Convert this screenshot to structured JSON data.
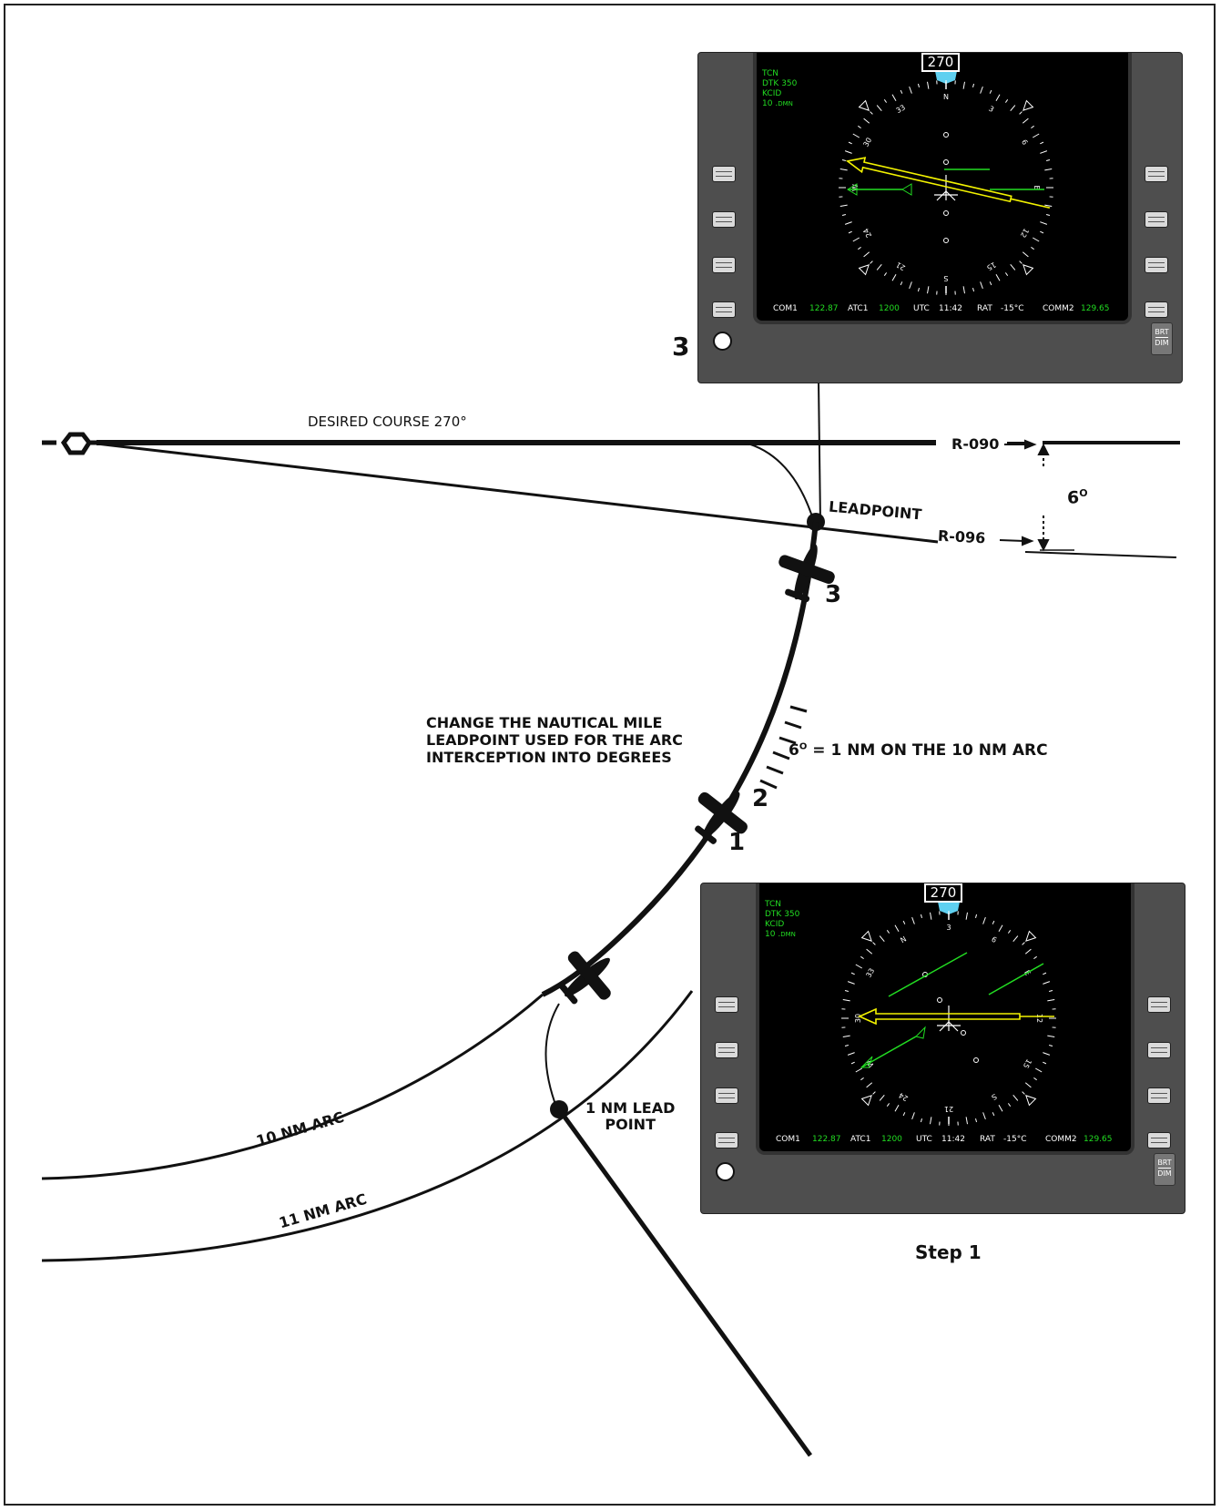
{
  "diagram": {
    "desired_course": "DESIRED COURSE 270°",
    "r090": "R-090",
    "r096": "R-096",
    "six_deg": "6",
    "six_deg_sup": "O",
    "leadpoint": "LEADPOINT",
    "change_text": [
      "CHANGE THE NAUTICAL MILE",
      "LEADPOINT USED FOR THE ARC",
      "INTERCEPTION INTO DEGREES"
    ],
    "six_nm_text": "= 1 NM ON THE 10 NM ARC",
    "one_nm_lead": [
      "1 NM LEAD",
      "POINT"
    ],
    "arc10": "10 NM ARC",
    "arc11": "11 NM ARC",
    "pos1": "1",
    "pos2": "2",
    "pos3": "3",
    "step3_label": "3",
    "step1_label": "Step 1"
  },
  "hsi_top": {
    "heading": "270",
    "info": [
      "TCN",
      "DTK 350",
      "KCID"
    ],
    "dist_value": "10 .",
    "dist_unit": "DMN",
    "bottom": {
      "com1_label": "COM1",
      "com1_value": "122.87",
      "atc1_label": "ATC1",
      "atc1_value": "1200",
      "utc_label": "UTC",
      "utc_value": "11:42",
      "rat_label": "RAT",
      "rat_value": "-15°C",
      "comm2_label": "COMM2",
      "comm2_value": "129.65"
    },
    "brt": "BRT",
    "dim": "DIM",
    "compass_labels": [
      {
        "t": "N",
        "a": 0
      },
      {
        "t": "3",
        "a": 30
      },
      {
        "t": "6",
        "a": 60
      },
      {
        "t": "E",
        "a": 90
      },
      {
        "t": "12",
        "a": 120
      },
      {
        "t": "15",
        "a": 150
      },
      {
        "t": "S",
        "a": 180
      },
      {
        "t": "21",
        "a": 210
      },
      {
        "t": "24",
        "a": 240
      },
      {
        "t": "W",
        "a": 270
      },
      {
        "t": "30",
        "a": 300
      },
      {
        "t": "33",
        "a": 330
      }
    ]
  },
  "hsi_bottom": {
    "heading": "270",
    "info": [
      "TCN",
      "DTK 350",
      "KCID"
    ],
    "dist_value": "10 .",
    "dist_unit": "DMN",
    "bottom": {
      "com1_label": "COM1",
      "com1_value": "122.87",
      "atc1_label": "ATC1",
      "atc1_value": "1200",
      "utc_label": "UTC",
      "utc_value": "11:42",
      "rat_label": "RAT",
      "rat_value": "-15°C",
      "comm2_label": "COMM2",
      "comm2_value": "129.65"
    },
    "brt": "BRT",
    "dim": "DIM",
    "compass_labels": [
      {
        "t": "3",
        "a": 0
      },
      {
        "t": "6",
        "a": 30
      },
      {
        "t": "E",
        "a": 60
      },
      {
        "t": "12",
        "a": 90
      },
      {
        "t": "15",
        "a": 120
      },
      {
        "t": "S",
        "a": 150
      },
      {
        "t": "21",
        "a": 180
      },
      {
        "t": "24",
        "a": 210
      },
      {
        "t": "W",
        "a": 240
      },
      {
        "t": "30",
        "a": 270
      },
      {
        "t": "33",
        "a": 300
      },
      {
        "t": "N",
        "a": 330
      }
    ]
  }
}
